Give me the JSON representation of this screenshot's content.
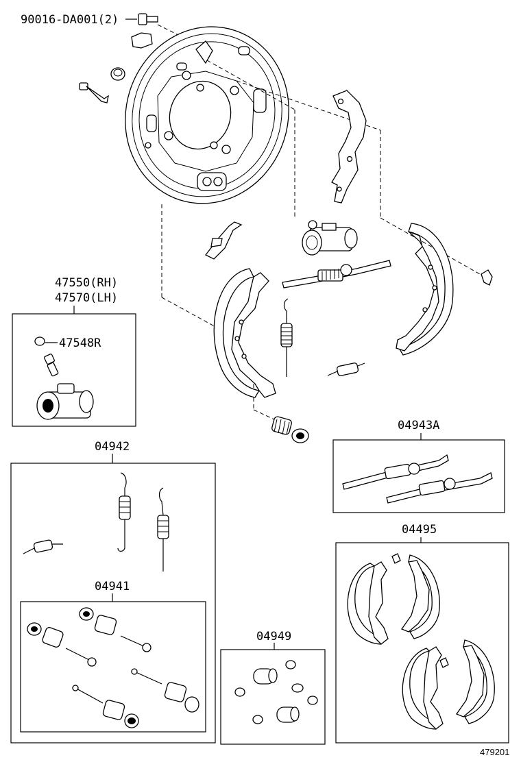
{
  "labels": {
    "bolt": "90016-DA001(2)",
    "cyl_rh": "47550(RH)",
    "cyl_lh": "47570(LH)",
    "bleeder": "47548R",
    "kit_04942": "04942",
    "kit_04941": "04941",
    "kit_04943a": "04943A",
    "kit_04495": "04495",
    "kit_04949": "04949",
    "figure_no": "479201"
  }
}
